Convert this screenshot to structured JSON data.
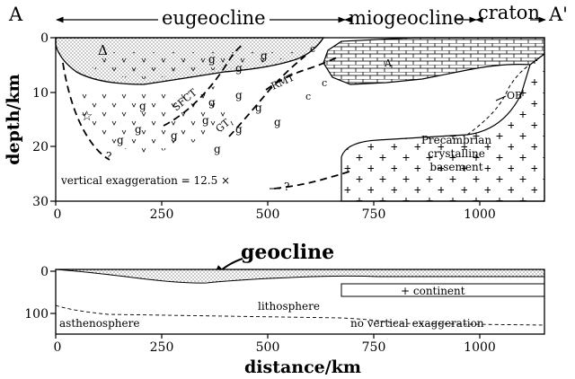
{
  "section_labels": {
    "left_end": "A",
    "right_end": "A'",
    "eugeocline": "eugeocline",
    "miogeocline": "miogeocline",
    "craton": "craton"
  },
  "upper_panel": {
    "y_axis_label": "depth/km",
    "y_ticks": [
      "0",
      "10",
      "20",
      "30"
    ],
    "x_ticks": [
      "0",
      "250",
      "500",
      "750",
      "1000"
    ],
    "fault_labels": {
      "sfct": "SFCT",
      "rmt": "RMT",
      "gt": "GT",
      "ob": "OB"
    },
    "small_labels": {
      "a": "A",
      "c": "c",
      "g": "g",
      "v": "v",
      "question": "?"
    },
    "basement_text": [
      "Precambrian",
      "crystalline",
      "basement"
    ],
    "exaggeration_note": "vertical exaggeration = 12.5 ×",
    "symbols": {
      "triangle": "Δ",
      "star": "☆"
    }
  },
  "lower_panel": {
    "title": "geocline",
    "y_ticks": [
      "0",
      "100"
    ],
    "x_ticks": [
      "0",
      "250",
      "500",
      "750",
      "1000"
    ],
    "x_axis_label": "distance/km",
    "labels": {
      "continent": "+ continent",
      "lithosphere": "lithosphere",
      "asthenosphere": "asthenosphere",
      "no_exaggeration": "no vertical exaggeration"
    }
  },
  "colors": {
    "ink": "#000000",
    "paper": "#ffffff"
  }
}
